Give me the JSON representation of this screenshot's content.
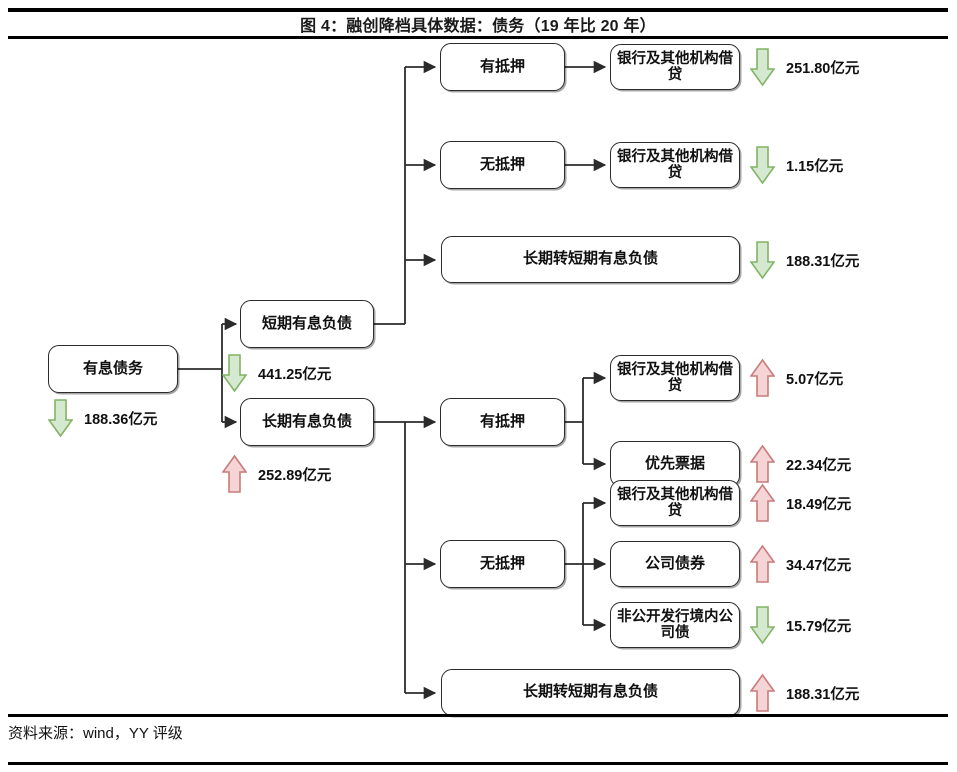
{
  "header": {
    "title": "图 4：融创降档具体数据：债务（19 年比 20 年）"
  },
  "footer": {
    "source": "资料来源：wind，YY 评级"
  },
  "colors": {
    "down_fill": "#d5e8d0",
    "down_stroke": "#82b366",
    "up_fill": "#f4d4d4",
    "up_stroke": "#c97b7b",
    "node_border": "#2b2b2b",
    "wire": "#2b2b2b"
  },
  "units": "亿元",
  "nodes": {
    "root": "有息债务",
    "short_term": "短期有息负债",
    "long_term": "长期有息负债",
    "st_secured": "有抵押",
    "st_unsecured": "无抵押",
    "st_reclass": "长期转短期有息负债",
    "st_secured_bank": "银行及其他机构借贷",
    "st_unsecured_bank": "银行及其他机构借贷",
    "lt_secured": "有抵押",
    "lt_unsecured": "无抵押",
    "lt_reclass": "长期转短期有息负债",
    "lt_secured_bank": "银行及其他机构借贷",
    "lt_secured_senior_notes": "优先票据",
    "lt_unsecured_bank": "银行及其他机构借贷",
    "lt_unsecured_corp_bond": "公司债券",
    "lt_unsecured_private_bond": "非公开发行境内公司债"
  },
  "deltas": {
    "root": {
      "direction": "down",
      "value": "188.36亿元"
    },
    "short_term": {
      "direction": "down",
      "value": "441.25亿元"
    },
    "long_term": {
      "direction": "up",
      "value": "252.89亿元"
    },
    "st_secured_bank": {
      "direction": "down",
      "value": "251.80亿元"
    },
    "st_unsecured_bank": {
      "direction": "down",
      "value": "1.15亿元"
    },
    "st_reclass": {
      "direction": "down",
      "value": "188.31亿元"
    },
    "lt_secured_bank": {
      "direction": "up",
      "value": "5.07亿元"
    },
    "lt_secured_senior_notes": {
      "direction": "up",
      "value": "22.34亿元"
    },
    "lt_unsecured_bank": {
      "direction": "up",
      "value": "18.49亿元"
    },
    "lt_unsecured_corp_bond": {
      "direction": "up",
      "value": "34.47亿元"
    },
    "lt_unsecured_private_bond": {
      "direction": "down",
      "value": "15.79亿元"
    },
    "lt_reclass": {
      "direction": "up",
      "value": "188.31亿元"
    }
  }
}
